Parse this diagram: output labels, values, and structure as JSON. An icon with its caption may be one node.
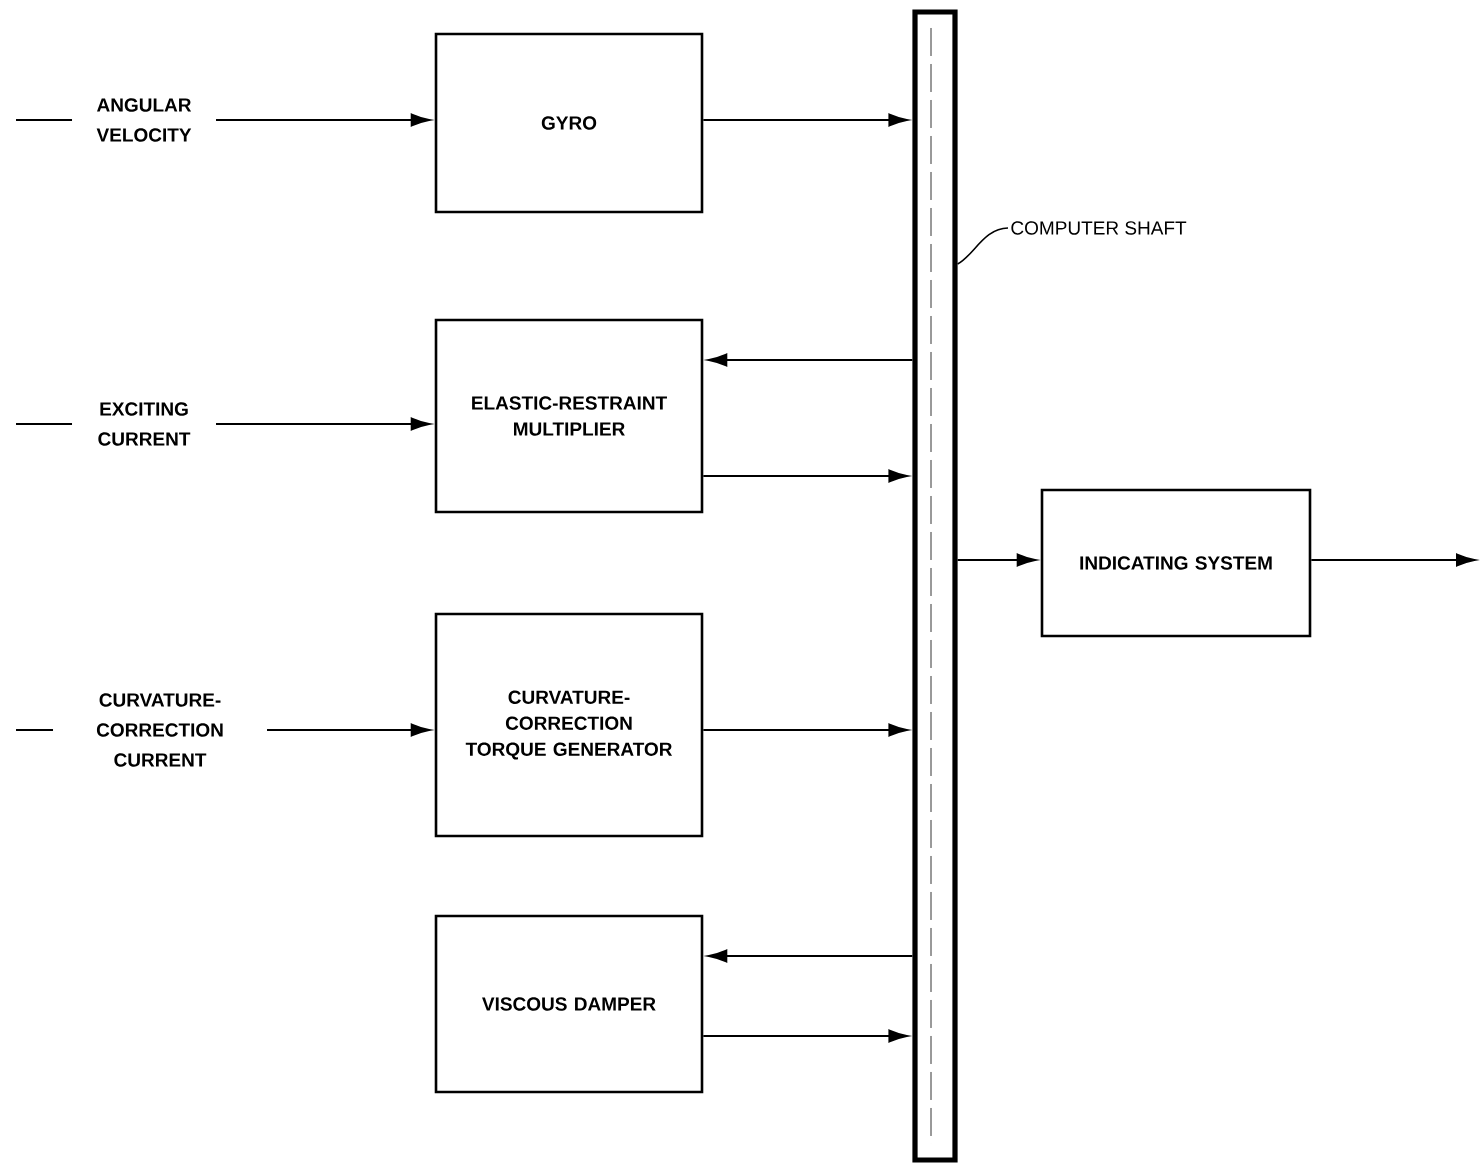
{
  "diagram": {
    "nodes": [
      {
        "text": [
          "GYRO"
        ]
      },
      {
        "text": [
          "ELASTIC-RESTRAINT MULTIPLIER"
        ]
      },
      {
        "text": [
          "CURVATURE-CORRECTION TORQUE GENERATOR"
        ]
      },
      {
        "text": [
          "VISCOUS DAMPER"
        ]
      },
      {
        "text": [],
        "shape": "bar"
      },
      {
        "text": [
          "INDICATING SYSTEM"
        ]
      },
      {
        "text": [
          "COMPUTER SHAFT"
        ]
      }
    ],
    "edges": [
      {
        "from": null,
        "to": 0,
        "arrow": "to",
        "label": "ANGULAR VELOCITY"
      },
      {
        "from": 0,
        "to": 4,
        "arrow": "to"
      },
      {
        "from": 4,
        "to": 1,
        "arrow": "to"
      },
      {
        "from": 1,
        "to": 4,
        "arrow": "to"
      },
      {
        "from": null,
        "to": 1,
        "arrow": "to",
        "label": "EXCITING CURRENT"
      },
      {
        "from": null,
        "to": 2,
        "arrow": "to",
        "label": "CURVATURE-CORRECTION CURRENT"
      },
      {
        "from": 2,
        "to": 4,
        "arrow": "to"
      },
      {
        "from": 4,
        "to": 3,
        "arrow": "to"
      },
      {
        "from": 3,
        "to": 4,
        "arrow": "to"
      },
      {
        "from": 4,
        "to": 5,
        "arrow": "to"
      },
      {
        "from": 5,
        "to": null,
        "arrow": "to"
      },
      {
        "from": 6,
        "to": 4,
        "arrow": "none"
      }
    ]
  }
}
